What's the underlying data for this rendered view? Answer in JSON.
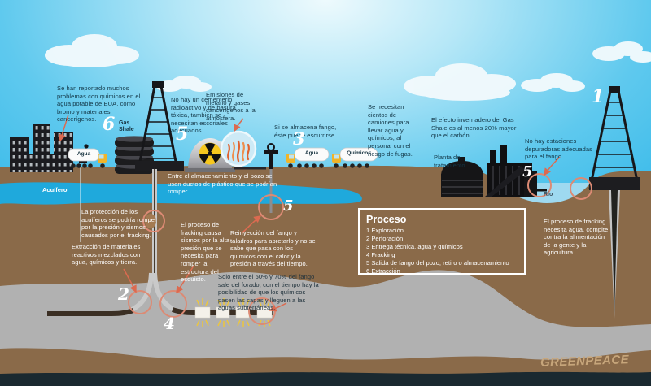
{
  "annotations": {
    "reported_problems": "Se han reportado muchos problemas con químicos en el agua potable de EUA, como bromo y materiales cancerígenos.",
    "no_cemetery": "No hay un cementerio radioactivo y de basura tóxica, también se necesitan escoriales adecuados.",
    "emissions": "Emisiones de metano y gases cancerígenos a la atmósfera.",
    "stored_mud": "Si se almacena fango, éste puede escurrirse.",
    "trucks_needed": "Se necesitan cientos de camiones para llevar agua y químicos, al personal con el riesgo de fugas.",
    "greenhouse": "El efecto invernadero del Gas Shale es al menos 20% mayor que el carbón.",
    "treatment_plant": "Planta de tratamiento.",
    "no_purification": "No hay estaciones depuradoras adecuadas para el fango.",
    "plastic_ducts": "Entre el almacenamiento y el pozo se usan ductos de plástico que se podrían romper.",
    "aquifer_protection": "La protección de los acuíferos se podría romper por la presión y sismos causados por el fracking.",
    "reactive_materials": "Extracción de materiales reactivos mezclados con agua, químicos y tierra.",
    "earthquakes": "El proceso de fracking causa sismos por la alta presión que se necesita para romper la estructura del esquisto.",
    "reinjection": "Reinyección del fango y taladros para apretarlo y no se sabe que pasa con los químicos con el calor y la presión a través del tiempo.",
    "mud_recovery": "Solo entre el 50% y 70% del fango sale del forado, con el tiempo hay la posibilidad de que los químicos pasen las capas y lleguen a las aguas subterráneas.",
    "water_competition": "El proceso de fracking necesita agua, compite contra la alimentación de la gente y la agricultura."
  },
  "process": {
    "title": "Proceso",
    "steps": [
      "1 Exploración",
      "2 Perforación",
      "3 Entrega técnica, agua y químicos",
      "4 Fracking",
      "5 Salida de fango del pozo, retiro o almacenamiento",
      "6 Extracción"
    ]
  },
  "labels": {
    "aquifer": "Acuífero",
    "river": "Río",
    "gas_shale": "Gas Shale",
    "truck_city_water": "Agua",
    "truck_water": "Agua",
    "truck_chemicals": "Químicos",
    "logo": "GREENPEACE"
  },
  "markers": {
    "exploration": "1",
    "drilling": "2",
    "delivery": "3",
    "fracking": "4",
    "mud_dome": "5",
    "mud_reinjection": "5",
    "mud_river": "5",
    "extraction": "6"
  },
  "colors": {
    "sky": "#2cb5e8",
    "ground": "#8a6a49",
    "aquifer": "#1fa9dc",
    "shale_gray": "#b1b1b1",
    "accent_red": "#dc6a50",
    "radiation_yellow": "#f7c81e",
    "logo_tan": "#c7a67b"
  }
}
